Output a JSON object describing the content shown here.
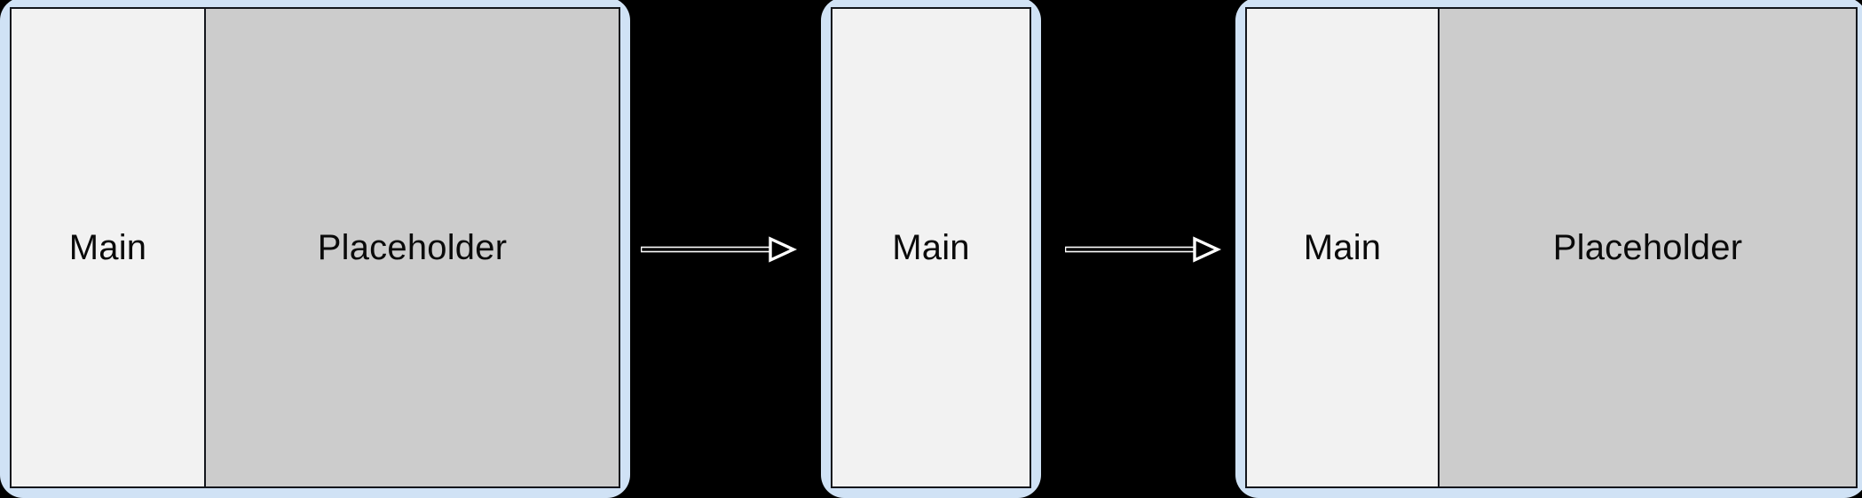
{
  "diagram": {
    "title": "Main / Placeholder layout transition",
    "background_color": "#000000",
    "card_frame_color": "#d0e2f5",
    "card_border_color": "#13161c",
    "main_panel_color": "#f2f2f2",
    "placeholder_panel_color": "#cccccc",
    "arrow_color": "#ffffff",
    "text_color": "#0a0a0a"
  },
  "cards": [
    {
      "id": "before",
      "panels": [
        {
          "id": "main",
          "label": "Main",
          "type": "main"
        },
        {
          "id": "placeholder",
          "label": "Placeholder",
          "type": "placeholder"
        }
      ]
    },
    {
      "id": "middle",
      "panels": [
        {
          "id": "main",
          "label": "Main",
          "type": "main"
        }
      ]
    },
    {
      "id": "after",
      "panels": [
        {
          "id": "main",
          "label": "Main",
          "type": "main"
        },
        {
          "id": "placeholder",
          "label": "Placeholder",
          "type": "placeholder"
        }
      ]
    }
  ],
  "arrows": [
    {
      "id": "arrow-1",
      "icon": "arrow-right-icon",
      "label": ""
    },
    {
      "id": "arrow-2",
      "icon": "arrow-right-icon",
      "label": ""
    }
  ]
}
